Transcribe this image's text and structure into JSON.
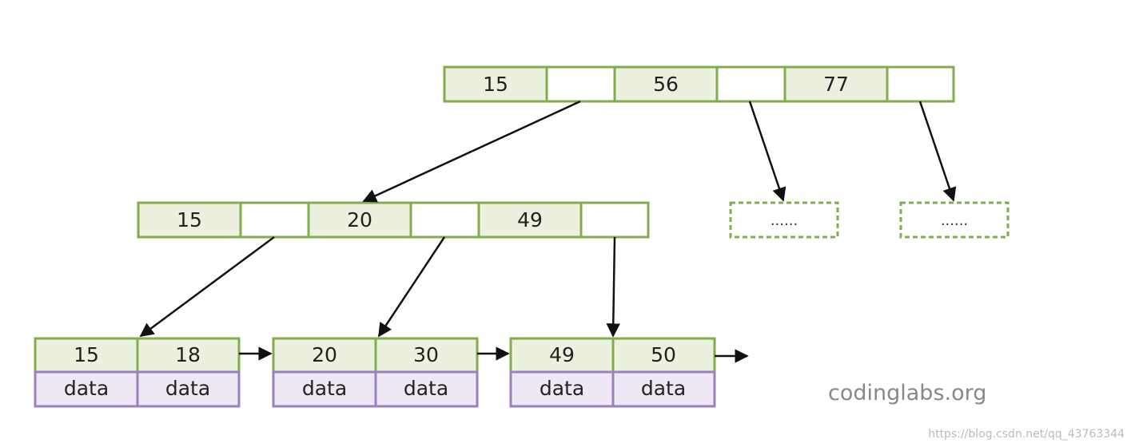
{
  "colors": {
    "node_border": "#82ad4c",
    "key_fill": "#ebf1de",
    "pointer_fill": "#ffffff",
    "data_fill": "#ede8f4",
    "data_border": "#9b7fbe",
    "arrow": "#111111",
    "brand_text": "#888888",
    "watermark_text": "#bbbbbb"
  },
  "root": {
    "keys": [
      "15",
      "56",
      "77"
    ]
  },
  "internal": {
    "keys": [
      "15",
      "20",
      "49"
    ]
  },
  "placeholders": [
    "......",
    "......"
  ],
  "leaves": [
    {
      "keys": [
        "15",
        "18"
      ],
      "data": [
        "data",
        "data"
      ]
    },
    {
      "keys": [
        "20",
        "30"
      ],
      "data": [
        "data",
        "data"
      ]
    },
    {
      "keys": [
        "49",
        "50"
      ],
      "data": [
        "data",
        "data"
      ]
    }
  ],
  "brand": "codinglabs.org",
  "watermark": "https://blog.csdn.net/qq_43763344"
}
